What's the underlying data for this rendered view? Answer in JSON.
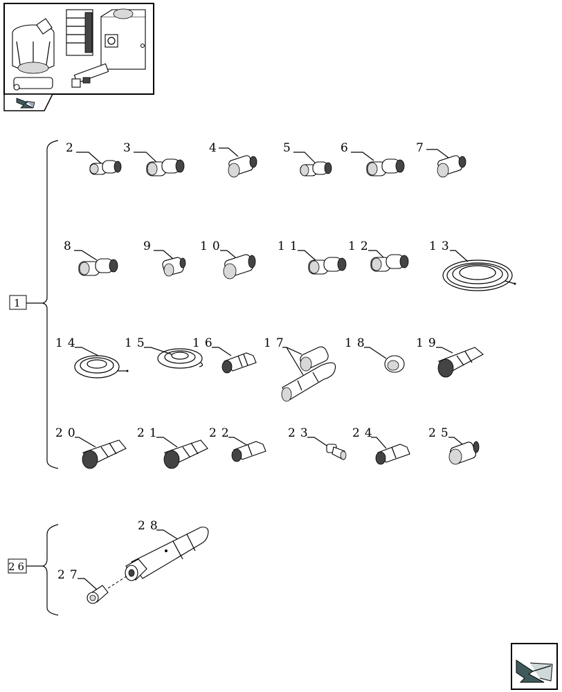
{
  "group_labels": {
    "group_1": "1",
    "group_26": "26"
  },
  "parts": [
    {
      "ref": "2"
    },
    {
      "ref": "3"
    },
    {
      "ref": "4"
    },
    {
      "ref": "5"
    },
    {
      "ref": "6"
    },
    {
      "ref": "7"
    },
    {
      "ref": "8"
    },
    {
      "ref": "9"
    },
    {
      "ref": "10"
    },
    {
      "ref": "11"
    },
    {
      "ref": "12"
    },
    {
      "ref": "13"
    },
    {
      "ref": "14"
    },
    {
      "ref": "15"
    },
    {
      "ref": "16"
    },
    {
      "ref": "17"
    },
    {
      "ref": "18"
    },
    {
      "ref": "19"
    },
    {
      "ref": "20"
    },
    {
      "ref": "21"
    },
    {
      "ref": "22"
    },
    {
      "ref": "23"
    },
    {
      "ref": "24"
    },
    {
      "ref": "25"
    },
    {
      "ref": "27"
    },
    {
      "ref": "28"
    }
  ],
  "icons": {
    "overview": "lubrication-system-overview-icon",
    "nav_small": "navigation-arrow-icon",
    "nav_next": "next-page-arrow-icon"
  },
  "colors": {
    "nav_icon_fill": "#3f5a5a"
  }
}
